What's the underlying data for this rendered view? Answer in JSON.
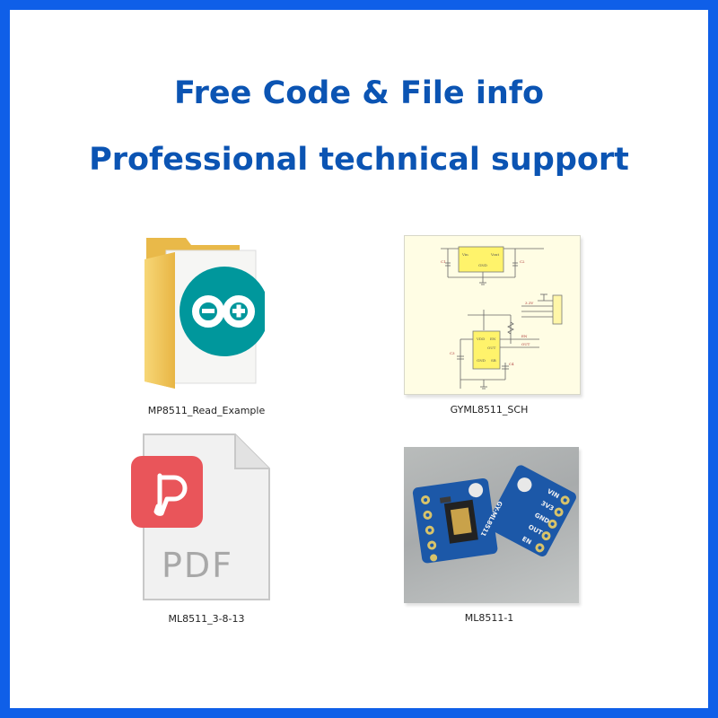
{
  "header": {
    "line1": "Free Code & File info",
    "line2": "Professional technical support"
  },
  "files": [
    {
      "name": "MP8511_Read_Example",
      "icon": "arduino-folder-icon"
    },
    {
      "name": "GYML8511_SCH",
      "icon": "schematic-thumbnail"
    },
    {
      "name": "ML8511_3-8-13",
      "icon": "pdf-file-icon",
      "badge": "PDF"
    },
    {
      "name": "ML8511-1",
      "icon": "sensor-photo-thumbnail"
    }
  ],
  "board_labels": [
    "VIN",
    "3V3",
    "GND",
    "OUT",
    "EN",
    "GY-ML8511"
  ],
  "colors": {
    "border": "#0f5fe8",
    "headline": "#0b54b3",
    "arduino_teal": "#00979c",
    "pdf_red": "#e9555a",
    "pcb_blue": "#1c58a8"
  }
}
